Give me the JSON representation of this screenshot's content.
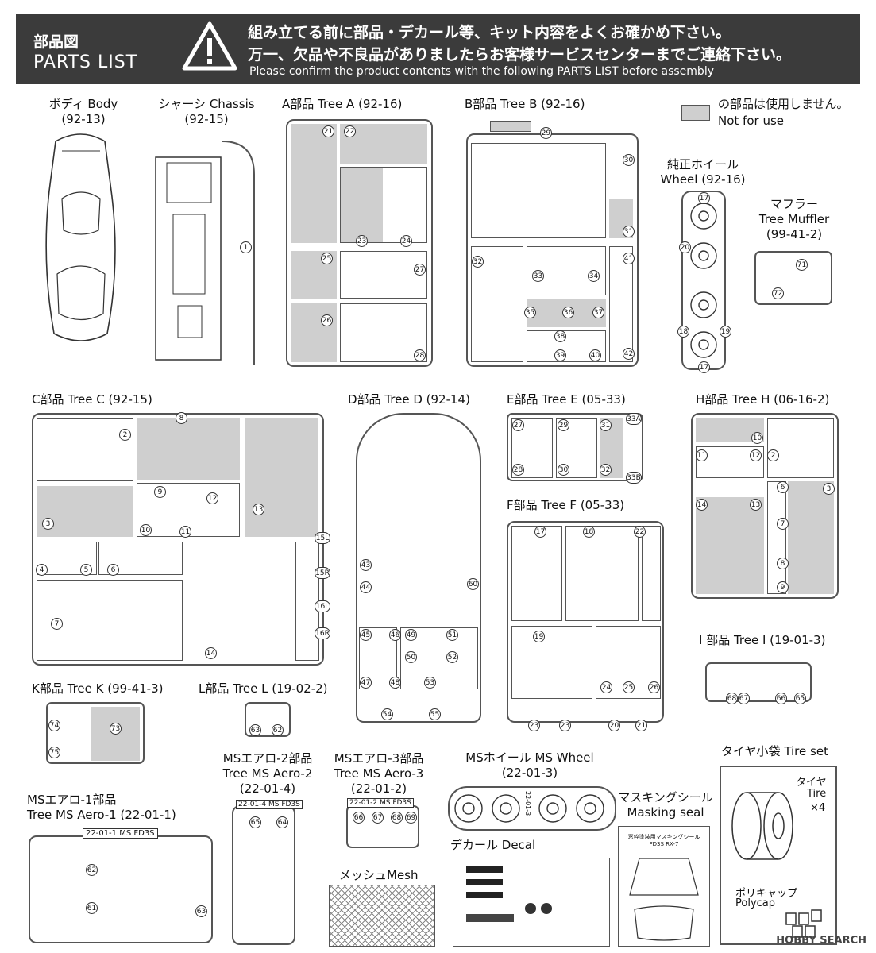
{
  "header": {
    "title_jp": "部品図",
    "title_en": "PARTS LIST",
    "warning_line1": "組み立てる前に部品・デカール等、キット内容をよくお確かめ下さい。",
    "warning_line2": "万一、欠品や不良品がありましたらお客様サービスセンターまでご連絡下さい。",
    "warning_line3": "Please confirm the product contents with the following PARTS LIST before assembly"
  },
  "legend": {
    "jp": "の部品は使用しません。",
    "en": "Not for use"
  },
  "labels": {
    "body": [
      "ボディ Body",
      "(92-13)"
    ],
    "chassis": [
      "シャーシ Chassis",
      "(92-15)"
    ],
    "tree_a": [
      "A部品 Tree A (92-16)"
    ],
    "tree_b": [
      "B部品 Tree B (92-16)"
    ],
    "wheel": [
      "純正ホイール",
      "Wheel (92-16)"
    ],
    "muffler": [
      "マフラー",
      "Tree Muffler",
      "(99-41-2)"
    ],
    "tree_c": [
      "C部品 Tree C (92-15)"
    ],
    "tree_d": [
      "D部品 Tree D (92-14)"
    ],
    "tree_e": [
      "E部品 Tree E (05-33)"
    ],
    "tree_h": [
      "H部品 Tree H (06-16-2)"
    ],
    "tree_f": [
      "F部品 Tree F (05-33)"
    ],
    "tree_i": [
      "I 部品 Tree I (19-01-3)"
    ],
    "tree_k": [
      "K部品 Tree K (99-41-3)"
    ],
    "tree_l": [
      "L部品 Tree L (19-02-2)"
    ],
    "ms_aero2": [
      "MSエアロ-2部品",
      "Tree MS Aero-2",
      "(22-01-4)"
    ],
    "ms_aero3": [
      "MSエアロ-3部品",
      "Tree MS Aero-3",
      "(22-01-2)"
    ],
    "ms_wheel": [
      "MSホイール MS Wheel",
      "(22-01-3)"
    ],
    "tire": [
      "タイヤ小袋 Tire set"
    ],
    "ms_aero1": [
      "MSエアロ-1部品",
      "Tree MS Aero-1 (22-01-1)"
    ],
    "masking": [
      "マスキングシール",
      "Masking seal"
    ],
    "decal": [
      "デカール Decal"
    ],
    "mesh": [
      "メッシュMesh"
    ],
    "tire_jp": "タイヤ",
    "tire_en": "Tire",
    "tire_qty": "×4",
    "polycap_jp": "ポリキャップ",
    "polycap_en": "Polycap",
    "masking_card_1": "窓枠塗装用マスキングシール",
    "masking_card_2": "FD3S RX-7",
    "ms_aero1_tag": "22-01-1 MS FD3S",
    "ms_aero2_tag": "22-01-4 MS FD3S",
    "ms_aero3_tag": "22-01-2 MS FD3S",
    "ms_wheel_tag": "22-01-3"
  },
  "part_numbers": {
    "chassis": [
      "1"
    ],
    "a": [
      "21",
      "22",
      "23",
      "24",
      "25",
      "26",
      "27",
      "28"
    ],
    "b": [
      "29",
      "30",
      "31",
      "32",
      "33",
      "34",
      "35",
      "36",
      "37",
      "38",
      "39",
      "40",
      "41",
      "42"
    ],
    "wheel": [
      "17",
      "20",
      "18",
      "19",
      "17"
    ],
    "muffler": [
      "71",
      "72"
    ],
    "c": [
      "2",
      "3",
      "4",
      "5",
      "6",
      "7",
      "8",
      "9",
      "10",
      "11",
      "12",
      "13",
      "14",
      "15L",
      "15R",
      "16L",
      "16R"
    ],
    "d": [
      "43",
      "44",
      "45",
      "46",
      "47",
      "48",
      "49",
      "50",
      "51",
      "52",
      "53",
      "54",
      "55",
      "60"
    ],
    "e": [
      "27",
      "28",
      "29",
      "30",
      "31",
      "32",
      "33A",
      "33B"
    ],
    "f": [
      "17",
      "18",
      "22",
      "19",
      "24",
      "25",
      "26",
      "23",
      "23",
      "20",
      "21"
    ],
    "h": [
      "10",
      "11",
      "12",
      "2",
      "14",
      "13",
      "6",
      "7",
      "8",
      "3",
      "9"
    ],
    "i": [
      "68",
      "67",
      "66",
      "65"
    ],
    "k": [
      "74",
      "73",
      "75"
    ],
    "l": [
      "63",
      "62"
    ],
    "aero1": [
      "62",
      "61",
      "63"
    ],
    "aero2": [
      "65",
      "64"
    ],
    "aero3": [
      "66",
      "67",
      "68",
      "69"
    ]
  },
  "colors": {
    "header_bg": "#3b3b3b",
    "not_for_use": "#cfcfcf",
    "line": "#555555"
  },
  "watermark": "HOBBY SEARCH"
}
